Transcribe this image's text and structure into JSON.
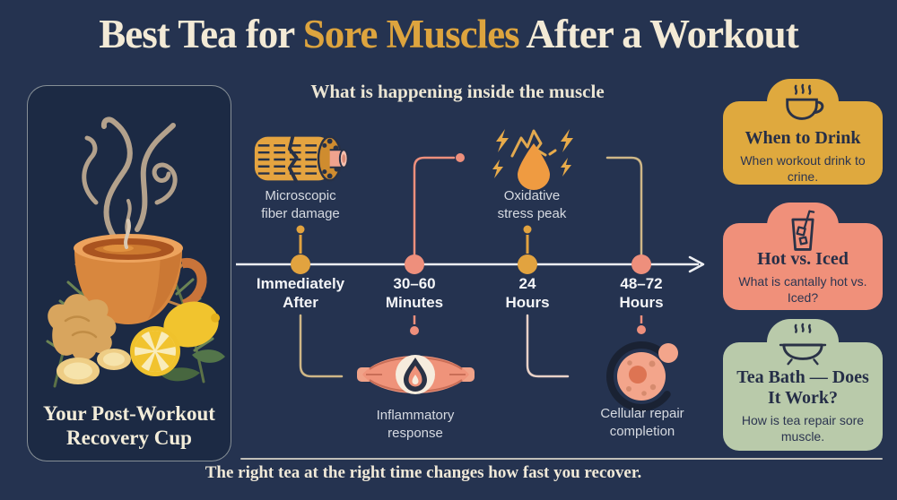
{
  "title": {
    "prefix": "Best Tea for ",
    "highlight": "Sore Muscles",
    "suffix": " After a Workout"
  },
  "left_panel": {
    "illustration": "steaming-tea-cup-with-rosemary-ginger-and-lemon",
    "caption": {
      "line1": "Your Post-Workout",
      "line2": "Recovery Cup"
    }
  },
  "center": {
    "heading": "What is happening inside the muscle",
    "stages_top": [
      {
        "icon": "muscle-fiber-damage-icon",
        "label": {
          "line1": "Microscopic",
          "line2": "fiber damage"
        }
      },
      {
        "icon": "oxidative-stress-icon",
        "label": {
          "line1": "Oxidative",
          "line2": "stress peak"
        }
      }
    ],
    "milestones": [
      {
        "line1": "Immediately",
        "line2": "After",
        "dot_color": "#e2a33f"
      },
      {
        "line1": "30–60",
        "line2": "Minutes",
        "dot_color": "#ee8f7c"
      },
      {
        "line1": "24",
        "line2": "Hours",
        "dot_color": "#e2a33f"
      },
      {
        "line1": "48–72",
        "line2": "Hours",
        "dot_color": "#ee8f7c"
      }
    ],
    "stages_bottom": [
      {
        "icon": "inflamed-muscle-icon",
        "label": {
          "line1": "Inflammatory",
          "line2": "response"
        }
      },
      {
        "icon": "cell-repair-icon",
        "label": {
          "line1": "Cellular repair",
          "line2": "completion"
        }
      }
    ]
  },
  "cards": [
    {
      "icon": "teacup-steam-icon",
      "title": "When to Drink",
      "subtitle": "When workout drink to crine.",
      "bg_color": "#dfa93e"
    },
    {
      "icon": "iced-drink-icon",
      "title": "Hot vs. Iced",
      "subtitle": "What is cantally hot vs. Iced?",
      "bg_color": "#f0907a"
    },
    {
      "icon": "bathtub-steam-icon",
      "title": "Tea Bath — Does It Work?",
      "subtitle": "How is tea repair sore muscle.",
      "bg_color": "#b9caaa"
    }
  ],
  "footer": "The right tea at the right time changes how fast you recover.",
  "colors": {
    "background": "#253350",
    "panel_bg": "#1c2a44",
    "cream_text": "#f3ead6",
    "gold_accent": "#dda43e",
    "salmon_accent": "#ee8f7c",
    "sage_accent": "#b9caaa",
    "timeline_line": "#edeff3",
    "card_text": "#252e47",
    "tan_connector": "#cfb787"
  }
}
